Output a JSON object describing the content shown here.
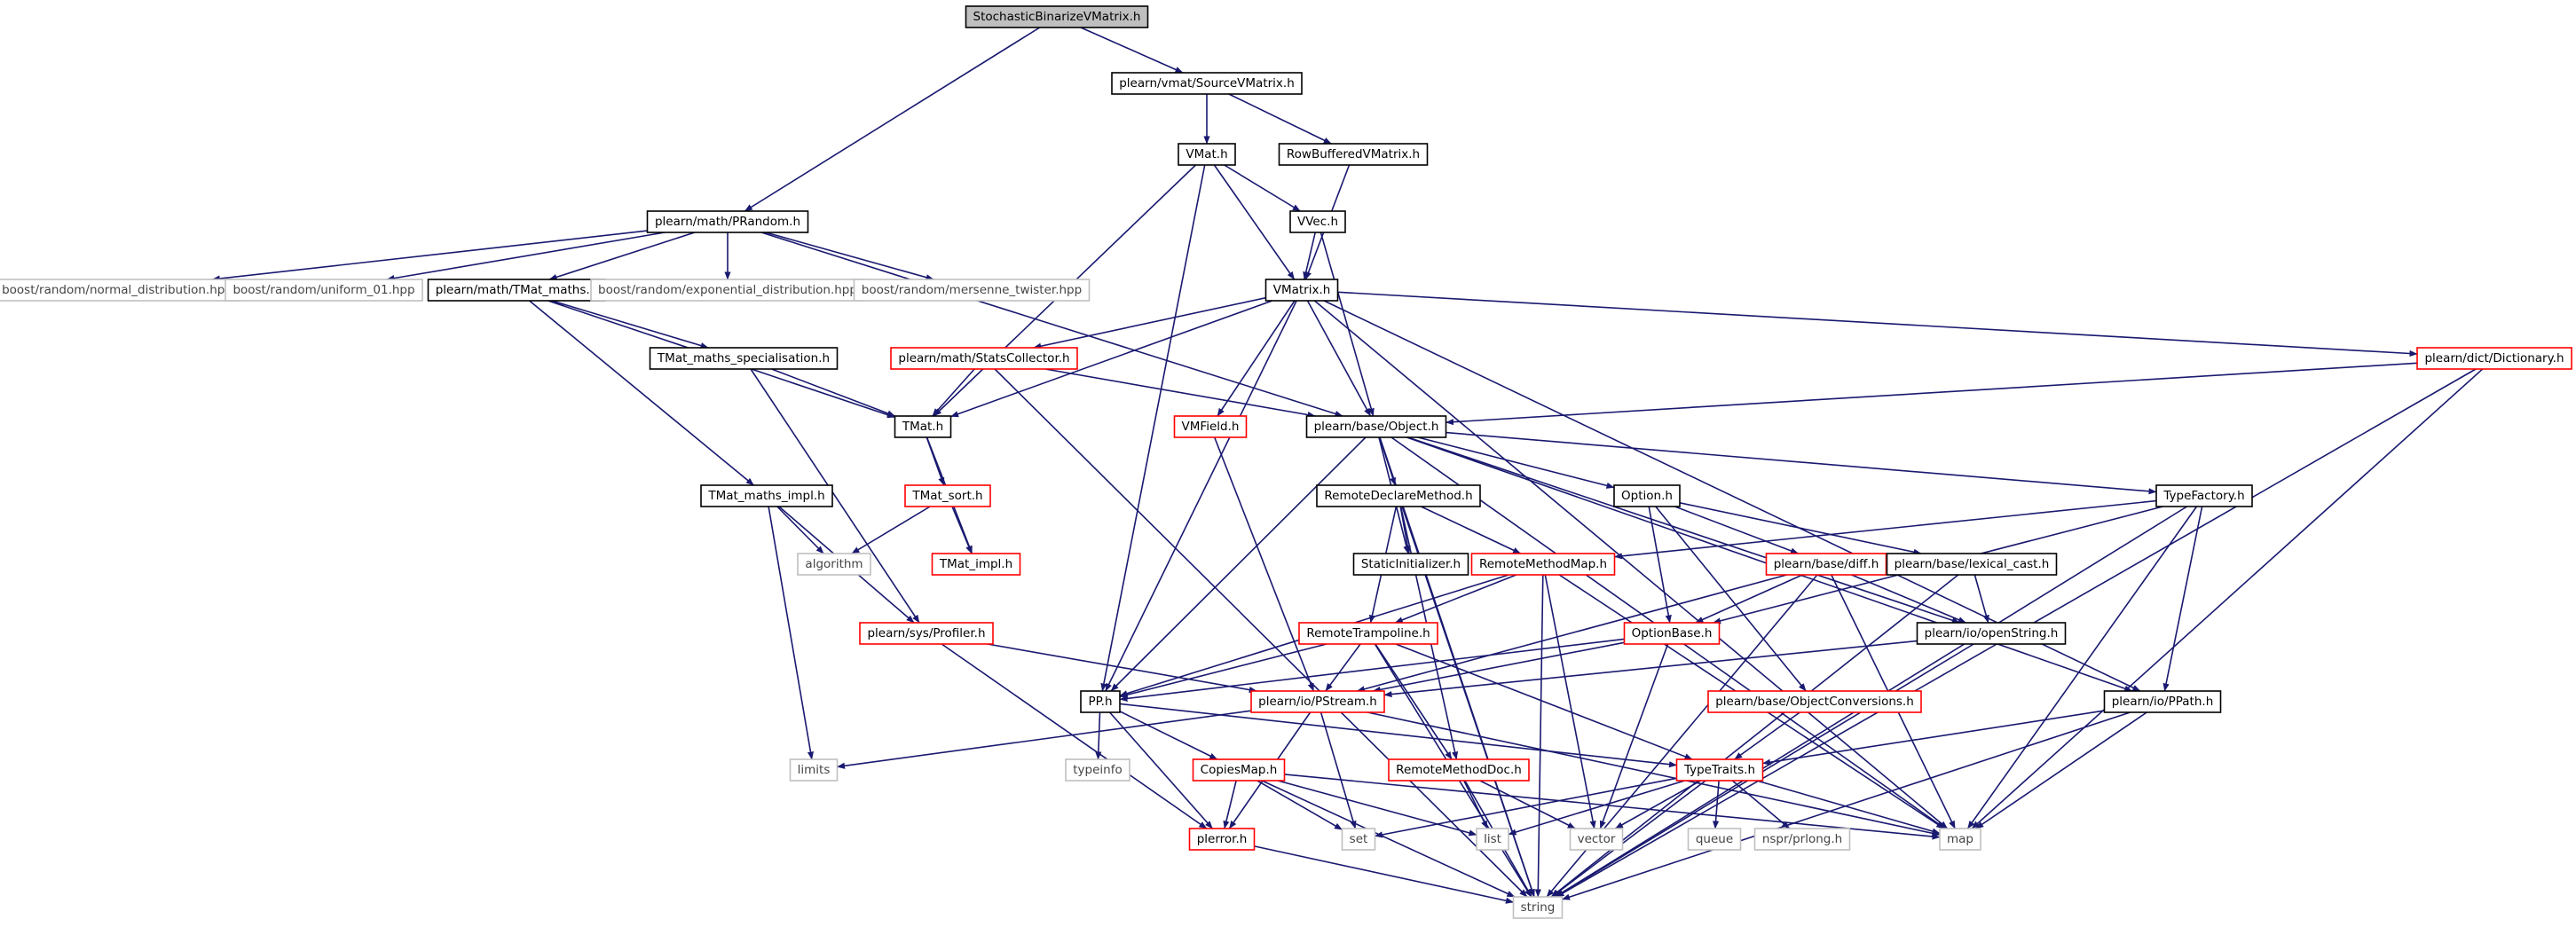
{
  "nodes": [
    {
      "id": "n0",
      "label": "StochasticBinarizeVMatrix.h",
      "style": "root"
    },
    {
      "id": "n1",
      "label": "plearn/vmat/SourceVMatrix.h",
      "style": "normal"
    },
    {
      "id": "n2",
      "label": "VMat.h",
      "style": "normal"
    },
    {
      "id": "n3",
      "label": "RowBufferedVMatrix.h",
      "style": "normal"
    },
    {
      "id": "n4",
      "label": "VVec.h",
      "style": "normal"
    },
    {
      "id": "n5",
      "label": "VMatrix.h",
      "style": "normal"
    },
    {
      "id": "n6",
      "label": "plearn/math/PRandom.h",
      "style": "normal"
    },
    {
      "id": "n7",
      "label": "boost/random/normal_distribution.hpp",
      "style": "external"
    },
    {
      "id": "n8",
      "label": "boost/random/uniform_01.hpp",
      "style": "external"
    },
    {
      "id": "n9",
      "label": "plearn/math/TMat_maths.h",
      "style": "normal"
    },
    {
      "id": "n10",
      "label": "boost/random/exponential_distribution.hpp",
      "style": "external"
    },
    {
      "id": "n11",
      "label": "boost/random/mersenne_twister.hpp",
      "style": "external"
    },
    {
      "id": "n12",
      "label": "TMat_maths_specialisation.h",
      "style": "normal"
    },
    {
      "id": "n13",
      "label": "plearn/math/StatsCollector.h",
      "style": "truncated"
    },
    {
      "id": "n14",
      "label": "TMat.h",
      "style": "normal"
    },
    {
      "id": "n15",
      "label": "VMField.h",
      "style": "truncated"
    },
    {
      "id": "n16",
      "label": "plearn/base/Object.h",
      "style": "normal"
    },
    {
      "id": "n17",
      "label": "plearn/dict/Dictionary.h",
      "style": "truncated"
    },
    {
      "id": "n18",
      "label": "TMat_maths_impl.h",
      "style": "normal"
    },
    {
      "id": "n19",
      "label": "TMat_sort.h",
      "style": "truncated"
    },
    {
      "id": "n20",
      "label": "algorithm",
      "style": "external"
    },
    {
      "id": "n21",
      "label": "TMat_impl.h",
      "style": "truncated"
    },
    {
      "id": "n22",
      "label": "RemoteDeclareMethod.h",
      "style": "normal"
    },
    {
      "id": "n23",
      "label": "StaticInitializer.h",
      "style": "normal"
    },
    {
      "id": "n24",
      "label": "Option.h",
      "style": "normal"
    },
    {
      "id": "n25",
      "label": "TypeFactory.h",
      "style": "normal"
    },
    {
      "id": "n26",
      "label": "RemoteMethodMap.h",
      "style": "truncated"
    },
    {
      "id": "n27",
      "label": "plearn/base/diff.h",
      "style": "truncated"
    },
    {
      "id": "n28",
      "label": "plearn/base/lexical_cast.h",
      "style": "normal"
    },
    {
      "id": "n29",
      "label": "plearn/sys/Profiler.h",
      "style": "truncated"
    },
    {
      "id": "n30",
      "label": "RemoteTrampoline.h",
      "style": "truncated"
    },
    {
      "id": "n31",
      "label": "OptionBase.h",
      "style": "truncated"
    },
    {
      "id": "n32",
      "label": "plearn/io/openString.h",
      "style": "normal"
    },
    {
      "id": "n33",
      "label": "PP.h",
      "style": "normal"
    },
    {
      "id": "n34",
      "label": "plearn/io/PStream.h",
      "style": "truncated"
    },
    {
      "id": "n35",
      "label": "plearn/base/ObjectConversions.h",
      "style": "truncated"
    },
    {
      "id": "n36",
      "label": "plearn/io/PPath.h",
      "style": "normal"
    },
    {
      "id": "n37",
      "label": "limits",
      "style": "external"
    },
    {
      "id": "n38",
      "label": "typeinfo",
      "style": "external"
    },
    {
      "id": "n39",
      "label": "CopiesMap.h",
      "style": "truncated"
    },
    {
      "id": "n40",
      "label": "RemoteMethodDoc.h",
      "style": "truncated"
    },
    {
      "id": "n41",
      "label": "TypeTraits.h",
      "style": "truncated"
    },
    {
      "id": "n42",
      "label": "plerror.h",
      "style": "truncated"
    },
    {
      "id": "n43",
      "label": "set",
      "style": "external"
    },
    {
      "id": "n44",
      "label": "list",
      "style": "external"
    },
    {
      "id": "n45",
      "label": "vector",
      "style": "external"
    },
    {
      "id": "n46",
      "label": "queue",
      "style": "external"
    },
    {
      "id": "n47",
      "label": "nspr/prlong.h",
      "style": "external"
    },
    {
      "id": "n48",
      "label": "map",
      "style": "external"
    },
    {
      "id": "n49",
      "label": "string",
      "style": "external"
    }
  ],
  "edges": [
    [
      "n0",
      "n1"
    ],
    [
      "n0",
      "n6"
    ],
    [
      "n1",
      "n2"
    ],
    [
      "n1",
      "n3"
    ],
    [
      "n2",
      "n4"
    ],
    [
      "n2",
      "n5"
    ],
    [
      "n2",
      "n14"
    ],
    [
      "n2",
      "n33"
    ],
    [
      "n3",
      "n5"
    ],
    [
      "n4",
      "n5"
    ],
    [
      "n4",
      "n16"
    ],
    [
      "n5",
      "n13"
    ],
    [
      "n5",
      "n14"
    ],
    [
      "n5",
      "n15"
    ],
    [
      "n5",
      "n16"
    ],
    [
      "n5",
      "n17"
    ],
    [
      "n5",
      "n33"
    ],
    [
      "n5",
      "n36"
    ],
    [
      "n5",
      "n48"
    ],
    [
      "n6",
      "n7"
    ],
    [
      "n6",
      "n8"
    ],
    [
      "n6",
      "n9"
    ],
    [
      "n6",
      "n10"
    ],
    [
      "n6",
      "n11"
    ],
    [
      "n6",
      "n16"
    ],
    [
      "n9",
      "n12"
    ],
    [
      "n9",
      "n14"
    ],
    [
      "n9",
      "n18"
    ],
    [
      "n12",
      "n14"
    ],
    [
      "n12",
      "n29"
    ],
    [
      "n13",
      "n14"
    ],
    [
      "n13",
      "n16"
    ],
    [
      "n13",
      "n49"
    ],
    [
      "n14",
      "n19"
    ],
    [
      "n14",
      "n21"
    ],
    [
      "n15",
      "n34"
    ],
    [
      "n16",
      "n22"
    ],
    [
      "n16",
      "n23"
    ],
    [
      "n16",
      "n24"
    ],
    [
      "n16",
      "n25"
    ],
    [
      "n16",
      "n32"
    ],
    [
      "n16",
      "n33"
    ],
    [
      "n16",
      "n36"
    ],
    [
      "n16",
      "n48"
    ],
    [
      "n16",
      "n49"
    ],
    [
      "n17",
      "n16"
    ],
    [
      "n17",
      "n48"
    ],
    [
      "n17",
      "n49"
    ],
    [
      "n18",
      "n20"
    ],
    [
      "n18",
      "n29"
    ],
    [
      "n18",
      "n37"
    ],
    [
      "n19",
      "n20"
    ],
    [
      "n19",
      "n21"
    ],
    [
      "n22",
      "n23"
    ],
    [
      "n22",
      "n26"
    ],
    [
      "n22",
      "n30"
    ],
    [
      "n22",
      "n40"
    ],
    [
      "n22",
      "n49"
    ],
    [
      "n24",
      "n27"
    ],
    [
      "n24",
      "n28"
    ],
    [
      "n24",
      "n31"
    ],
    [
      "n24",
      "n35"
    ],
    [
      "n25",
      "n26"
    ],
    [
      "n25",
      "n31"
    ],
    [
      "n25",
      "n36"
    ],
    [
      "n25",
      "n48"
    ],
    [
      "n25",
      "n49"
    ],
    [
      "n26",
      "n30"
    ],
    [
      "n26",
      "n33"
    ],
    [
      "n26",
      "n45"
    ],
    [
      "n26",
      "n48"
    ],
    [
      "n26",
      "n49"
    ],
    [
      "n27",
      "n31"
    ],
    [
      "n27",
      "n32"
    ],
    [
      "n27",
      "n34"
    ],
    [
      "n27",
      "n48"
    ],
    [
      "n27",
      "n49"
    ],
    [
      "n28",
      "n32"
    ],
    [
      "n28",
      "n49"
    ],
    [
      "n29",
      "n34"
    ],
    [
      "n29",
      "n42"
    ],
    [
      "n30",
      "n33"
    ],
    [
      "n30",
      "n34"
    ],
    [
      "n30",
      "n40"
    ],
    [
      "n30",
      "n41"
    ],
    [
      "n30",
      "n49"
    ],
    [
      "n31",
      "n33"
    ],
    [
      "n31",
      "n34"
    ],
    [
      "n31",
      "n45"
    ],
    [
      "n32",
      "n34"
    ],
    [
      "n32",
      "n49"
    ],
    [
      "n33",
      "n38"
    ],
    [
      "n33",
      "n39"
    ],
    [
      "n33",
      "n41"
    ],
    [
      "n33",
      "n42"
    ],
    [
      "n34",
      "n37"
    ],
    [
      "n34",
      "n42"
    ],
    [
      "n34",
      "n43"
    ],
    [
      "n34",
      "n48"
    ],
    [
      "n35",
      "n41"
    ],
    [
      "n36",
      "n41"
    ],
    [
      "n36",
      "n48"
    ],
    [
      "n36",
      "n49"
    ],
    [
      "n39",
      "n42"
    ],
    [
      "n39",
      "n43"
    ],
    [
      "n39",
      "n44"
    ],
    [
      "n39",
      "n48"
    ],
    [
      "n39",
      "n49"
    ],
    [
      "n40",
      "n44"
    ],
    [
      "n40",
      "n45"
    ],
    [
      "n40",
      "n49"
    ],
    [
      "n41",
      "n43"
    ],
    [
      "n41",
      "n44"
    ],
    [
      "n41",
      "n45"
    ],
    [
      "n41",
      "n46"
    ],
    [
      "n41",
      "n47"
    ],
    [
      "n41",
      "n48"
    ],
    [
      "n41",
      "n49"
    ],
    [
      "n42",
      "n49"
    ]
  ],
  "colors": {
    "edge": "#191970",
    "root_fill": "#bfbfbf",
    "normal_stroke": "#000000",
    "truncated_stroke": "#ff0000",
    "external_stroke": "#bfbfbf"
  }
}
